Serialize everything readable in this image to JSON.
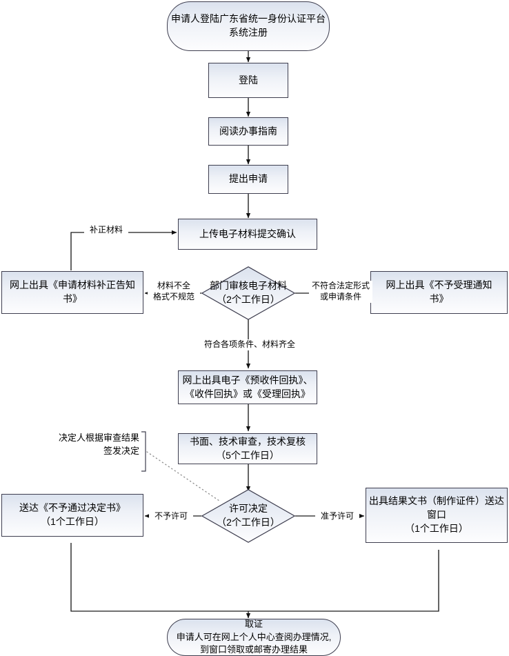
{
  "diagram": {
    "title_node": "申请人登陆广东省统一身份认证平台\n系统注册",
    "nodes": {
      "start": "申请人登陆广东省统一身份认证平台\n系统注册",
      "login": "登陆",
      "read_guide": "阅读办事指南",
      "submit_application": "提出申请",
      "upload_materials": "上传电子材料提交确认",
      "review_decision": "部门审核电子材料\n（2个工作日）",
      "supplement_notice": "网上出具《申请材料补正告知\n书》",
      "reject_notice": "网上出具《不予受理通知\n书》",
      "receipt": "网上出具电子《预收件回执》、\n《收件回执》或《受理回执》",
      "technical_review": "书面、技术审查，技术复核\n（5个工作日）",
      "license_decision": "许可决定\n（2个工作日）",
      "not_approved_delivery": "送达《不予通过决定书》\n（1个工作日）",
      "approved_delivery": "出具结果文书（制作证件）送达\n窗口\n（1个工作日）",
      "end": "取证\n申请人可在网上个人中心查阅办理情况,\n到窗口领取或邮寄办理结果"
    },
    "edge_labels": {
      "supplement_materials": "补正材料",
      "materials_incomplete": "材料不全\n格式不规范",
      "not_conforming": "不符合法定形式\n或申请条件",
      "conditions_met": "符合各项条件、材料齐全",
      "not_permitted": "不予许可",
      "permitted": "准予许可"
    },
    "annotations": {
      "decision_maker_note": "决定人根据审查结果\n签发决定"
    },
    "colors": {
      "node_border": "#3d3d4e",
      "node_fill_top": "#dbe2ee",
      "node_fill_bottom": "#fdfdfe",
      "connector": "#1a1a1a",
      "background": "#ffffff"
    }
  }
}
